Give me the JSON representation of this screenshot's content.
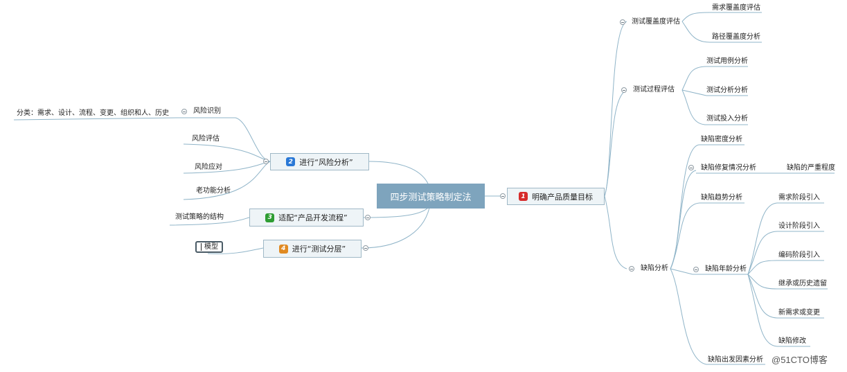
{
  "root": {
    "label": "四步测试策略制定法"
  },
  "branches": {
    "quality": {
      "num": "1",
      "label": "明确产品质量目标",
      "color": "#d62b2b"
    },
    "risk": {
      "num": "2",
      "label": "进行“风险分析”",
      "color": "#2a78d6"
    },
    "process": {
      "num": "3",
      "label": "适配“产品开发流程”",
      "color": "#2e9d33"
    },
    "layer": {
      "num": "4",
      "label": "进行“测试分层”",
      "color": "#e08a22"
    }
  },
  "quality_children": {
    "coverage": "测试覆盖度评估",
    "req_cov": "需求覆盖度评估",
    "path_cov": "路径覆盖度分析",
    "process_eval": "测试过程评估",
    "case_analysis": "测试用例分析",
    "test_analysis": "测试分析分析",
    "input_analysis": "测试投入分析",
    "defect": "缺陷分析",
    "density": "缺陷密度分析",
    "fix": "缺陷修复情况分析",
    "severity": "缺陷的严重程度",
    "trend": "缺陷趋势分析",
    "age": "缺陷年龄分析",
    "age_req": "需求阶段引入",
    "age_design": "设计阶段引入",
    "age_code": "编码阶段引入",
    "age_legacy": "继承或历史遗留",
    "age_new": "新需求或变更",
    "age_fix": "缺陷修改",
    "origin": "缺陷出发因素分析"
  },
  "risk_children": {
    "identify": "风险识别",
    "categories": "分类：需求、设计、流程、变更、组织和人、历史",
    "evaluate": "风险评估",
    "respond": "风险应对",
    "legacy": "老功能分析"
  },
  "process_children": {
    "structure": "测试策略的结构"
  },
  "layer_children": {
    "model": "模型"
  },
  "watermark": "@51CTO博客"
}
